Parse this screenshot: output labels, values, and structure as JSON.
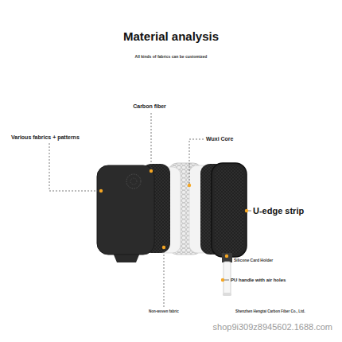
{
  "diagram": {
    "title": "Material analysis",
    "labels": [
      "All kinds of fabrics can be customized",
      "Carbon fiber",
      "Various fabrics + patterns",
      "Wuxi Core",
      "U-edge strip",
      "Silicone Card Holder",
      "PU handle with air holes",
      "Non-woven fabric",
      "Shenzhen Hengtai Carbon Fiber Co., Ltd.",
      "shop9i309z8945602.1688.com"
    ]
  }
}
